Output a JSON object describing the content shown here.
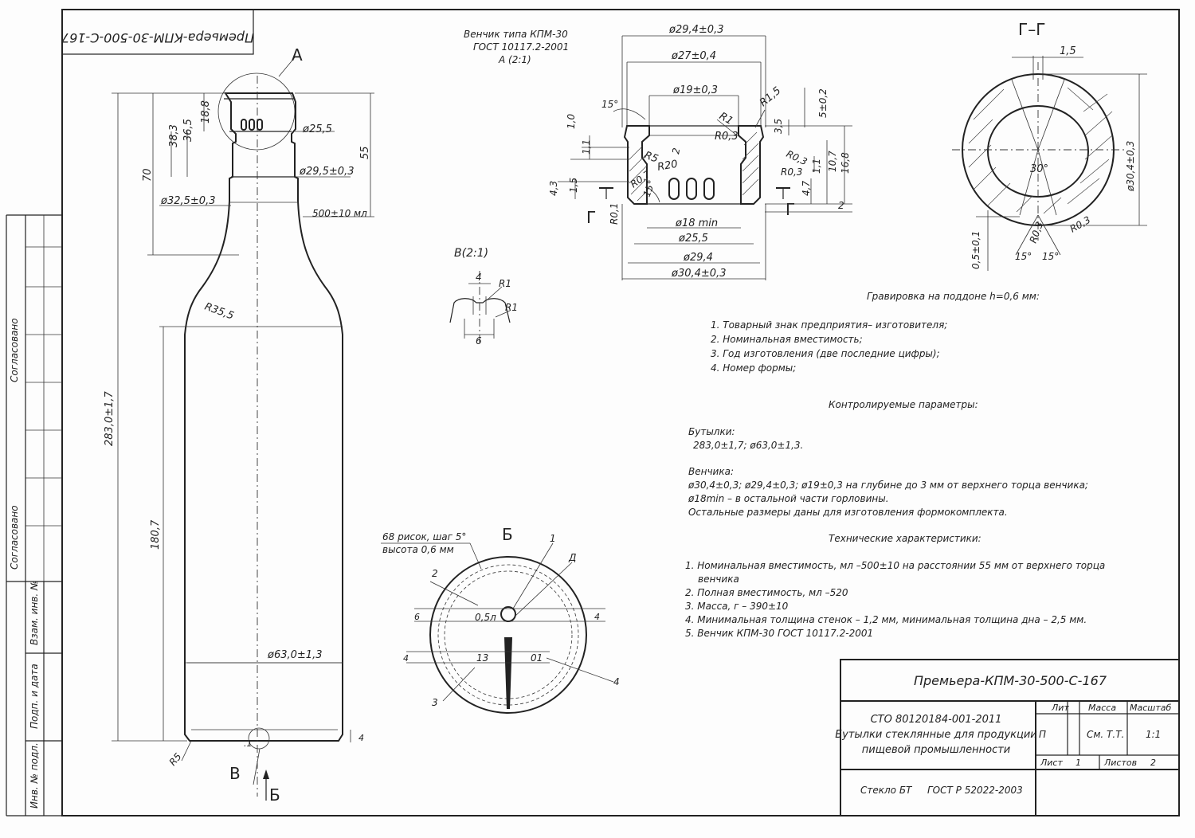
{
  "title_stamp": "Премьера-КПМ-30-500-С-167",
  "title_block": {
    "designation": "Премьера-КПМ-30-500-С-167",
    "standard": "СТО 80120184-001-2011",
    "name_line1": "Бутылки стеклянные для продукции",
    "name_line2": "пищевой промышленности",
    "col_lit": "Лит",
    "col_mass": "Масса",
    "col_scale": "Масштаб",
    "lit": "П",
    "mass": "См. Т.Т.",
    "scale": "1:1",
    "sheet_label": "Лист",
    "sheet": "1",
    "sheets_label": "Листов",
    "sheets": "2",
    "material": "Стекло БТ",
    "gost": "ГОСТ Р 52022-2003"
  },
  "side_stamp": {
    "agreed1": "Согласовано",
    "agreed2": "Согласовано",
    "inv_orig": "Инв. № подл.",
    "sign_date": "Подп. и дата",
    "replaced_inv": "Взам. инв. №"
  },
  "views": {
    "a": "А",
    "b": "Б",
    "v": "В",
    "g": "Г",
    "gg": "Г–Г",
    "b_note": "Б",
    "v_detail": "В(2:1)",
    "finish_title1": "Венчик типа КПМ-30",
    "finish_title2": "ГОСТ 10117.2-2001",
    "finish_title3": "А (2:1)"
  },
  "bottle_dims": {
    "d255": "ø25,5",
    "d295": "ø29,5±0,3",
    "d325": "ø32,5±0,3",
    "vol": "500±10 мл",
    "h70": "70",
    "h383": "38,3",
    "h365": "36,5",
    "h188": "18,8",
    "h55": "55",
    "r355": "R35,5",
    "h283": "283,0±1,7",
    "h1807": "180,7",
    "d63": "ø63,0±1,3",
    "r5": "R5",
    "b4": "4"
  },
  "finish_dims": {
    "d294": "ø29,4±0,3",
    "d27": "ø27±0,4",
    "d19": "ø19±0,3",
    "d18": "ø18 min",
    "d255b": "ø25,5",
    "d294b": "ø29,4",
    "d304": "ø30,4±0,3",
    "r1": "R1",
    "r15": "R1,5",
    "r03a": "R0,3",
    "r03b": "R0,3",
    "r03c": "R0,3",
    "r5b": "R5",
    "r20": "R20",
    "r07": "R0,7",
    "r01": "R0,1",
    "a15a": "15°",
    "a15b": "15°",
    "v5": "5±0,2",
    "v35": "3,5",
    "v168": "16,8",
    "v107": "10,7",
    "v11a": "1,1",
    "v47": "4,7",
    "v2": "2",
    "v11b": "1,1",
    "v10": "1,0",
    "v43": "4,3",
    "v15": "1,5",
    "v2b": "2"
  },
  "gg_dims": {
    "w15": "1,5",
    "d304": "ø30,4±0,3",
    "a30": "30°",
    "r03a": "R0,3",
    "r03b": "R0,3",
    "h05": "0,5±0,1",
    "a15a": "15°",
    "a15b": "15°"
  },
  "v_dims": {
    "w4": "4",
    "w6": "6",
    "r1a": "R1",
    "r1b": "R1"
  },
  "bottom_view": {
    "note1": "68 рисок, шаг 5°",
    "note2": "высота 0,6 мм",
    "n1": "1",
    "n2": "2",
    "n3": "3",
    "n4": "4",
    "nd": "Д",
    "vol_label": "0,5л",
    "year": "13",
    "form": "01",
    "dim6": "6",
    "dim4a": "4",
    "dim4b": "4"
  },
  "notes": {
    "engraving": "Гравировка на поддоне h=0,6 мм:",
    "e1": "1.  Товарный знак предприятия–  изготовителя;",
    "e2": "2.  Номинальная вместимость;",
    "e3": "3.  Год изготовления (две последние цифры);",
    "e4": "4.  Номер формы;",
    "controlled": "Контролируемые параметры:",
    "bottles": "Бутылки:",
    "bottles_val": "283,0±1,7;  ø63,0±1,3.",
    "finish": "Венчика:",
    "finish1": "ø30,4±0,3;  ø29,4±0,3; ø19±0,3  на глубине до 3 мм от верхнего торца венчика;",
    "finish2": "ø18min  –  в остальной части горловины.",
    "finish3": "Остальные размеры даны для изготовления формокомплекта.",
    "tech": "Технические характеристики:",
    "t1a": "1.  Номинальная вместимость, мл –500±10 на расстоянии 55 мм от верхнего торца",
    "t1b": "венчика",
    "t2": "2.  Полная вместимость, мл –520",
    "t3": "3.  Масса, г –  390±10",
    "t4": "4.  Минимальная толщина стенок – 1,2 мм, минимальная толщина дна – 2,5 мм.",
    "t5": "5.  Венчик   КПМ-30 ГОСТ 10117.2-2001"
  }
}
